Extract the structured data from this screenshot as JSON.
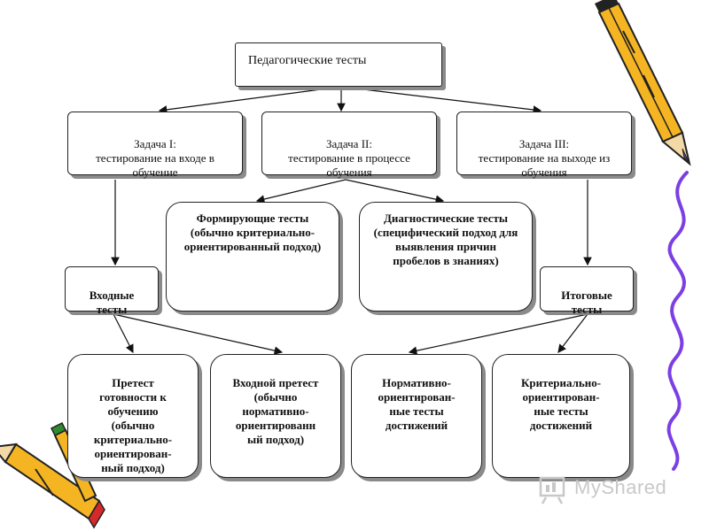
{
  "diagram": {
    "root": "Педагогические тесты",
    "tasks": [
      "Задача I:\nтестирование на входе в обучение",
      "Задача II:\nтестирование в процессе обучения",
      "Задача III:\nтестирование на выходе из обучения"
    ],
    "middle": {
      "formative": "Формирующие тесты (обычно критериально-ориентированный подход)",
      "diagnostic": "Диагностические тесты (специфический подход для выявления причин пробелов в знаниях)"
    },
    "entry_tests": "Входные\nтесты",
    "final_tests": "Итоговые\nтесты",
    "bottom": [
      "Претест\nготовности к\nобучению\n(обычно\nкритериально-\nориентирован-\nный подход)",
      "Входной претест\n(обычно\nнормативно-\nориентированн\nый подход)",
      "Нормативно-\nориентирован-\nные тесты\nдостижений",
      "Критериально-\nориентирован-\nные тесты\nдостижений"
    ]
  },
  "watermark": "MyShared",
  "icons": [
    "pencil-icon",
    "pencil-icon",
    "pencil-icon",
    "myshared-logo-icon"
  ],
  "colors": {
    "pencil_body": "#f5b523",
    "pencil_tip": "#5a3fa0",
    "squiggle": "#7b3fe4",
    "box_shadow": "#8a8a8a"
  }
}
